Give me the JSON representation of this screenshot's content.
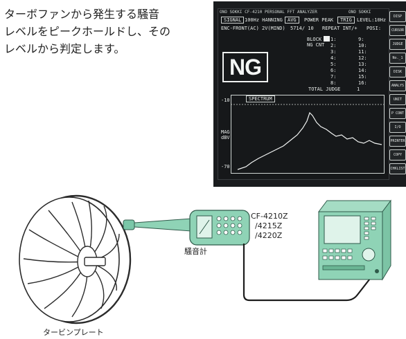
{
  "description": {
    "line1": "ターボファンから発生する騒音",
    "line2": "レベルをピークホールドし、その",
    "line3": "レベルから判定します。"
  },
  "screen": {
    "title": "ONO SOKKI CF-4210 PERSONAL FFT ANALYZER",
    "brand": "ONO SOKKI",
    "tab_a": "SIGNAL",
    "tab_b": "AVG",
    "tab_c": "TRIG",
    "row1": "100Hz HANNING",
    "row1b": "POWER PEAK",
    "row1c": "LEVEL:10Hz",
    "row2": "ENC-FRONT(AC)  2V(MIND)",
    "row2b": "5714/ 10",
    "row2c": "REPEAT  INT/+",
    "row2d": "POSI:",
    "judge_label": "BLOCK",
    "judge_sub": "NG CNT",
    "judge_result": "NG",
    "total_judge": "TOTAL JUDGE",
    "total_val": "1",
    "spectrum_label": "SPECTRUM",
    "y_top": "-10",
    "y_mid": "MAG",
    "y_mid2": "dBV",
    "y_bot": "-70",
    "block_nums": [
      "1:",
      "2:",
      "3:",
      "4:",
      "5:",
      "6:",
      "7:",
      "8:"
    ],
    "block_right": [
      "9:",
      "10:",
      "11:",
      "12:",
      "13:",
      "14:",
      "15:",
      "16:"
    ],
    "side_buttons": [
      "DISP",
      "CURSOR",
      "JUDGE",
      "No._1",
      "DISK",
      "ANALYS",
      "UNIT",
      "P CONT",
      "I/O",
      "PRINTER",
      "COPY",
      "CHKLIST"
    ]
  },
  "analyzer_models": {
    "line1": "CF-4210Z",
    "line2": "/4215Z",
    "line3": "/4220Z"
  },
  "meter_label": "騒音計",
  "plate_label": "タービンプレート"
}
